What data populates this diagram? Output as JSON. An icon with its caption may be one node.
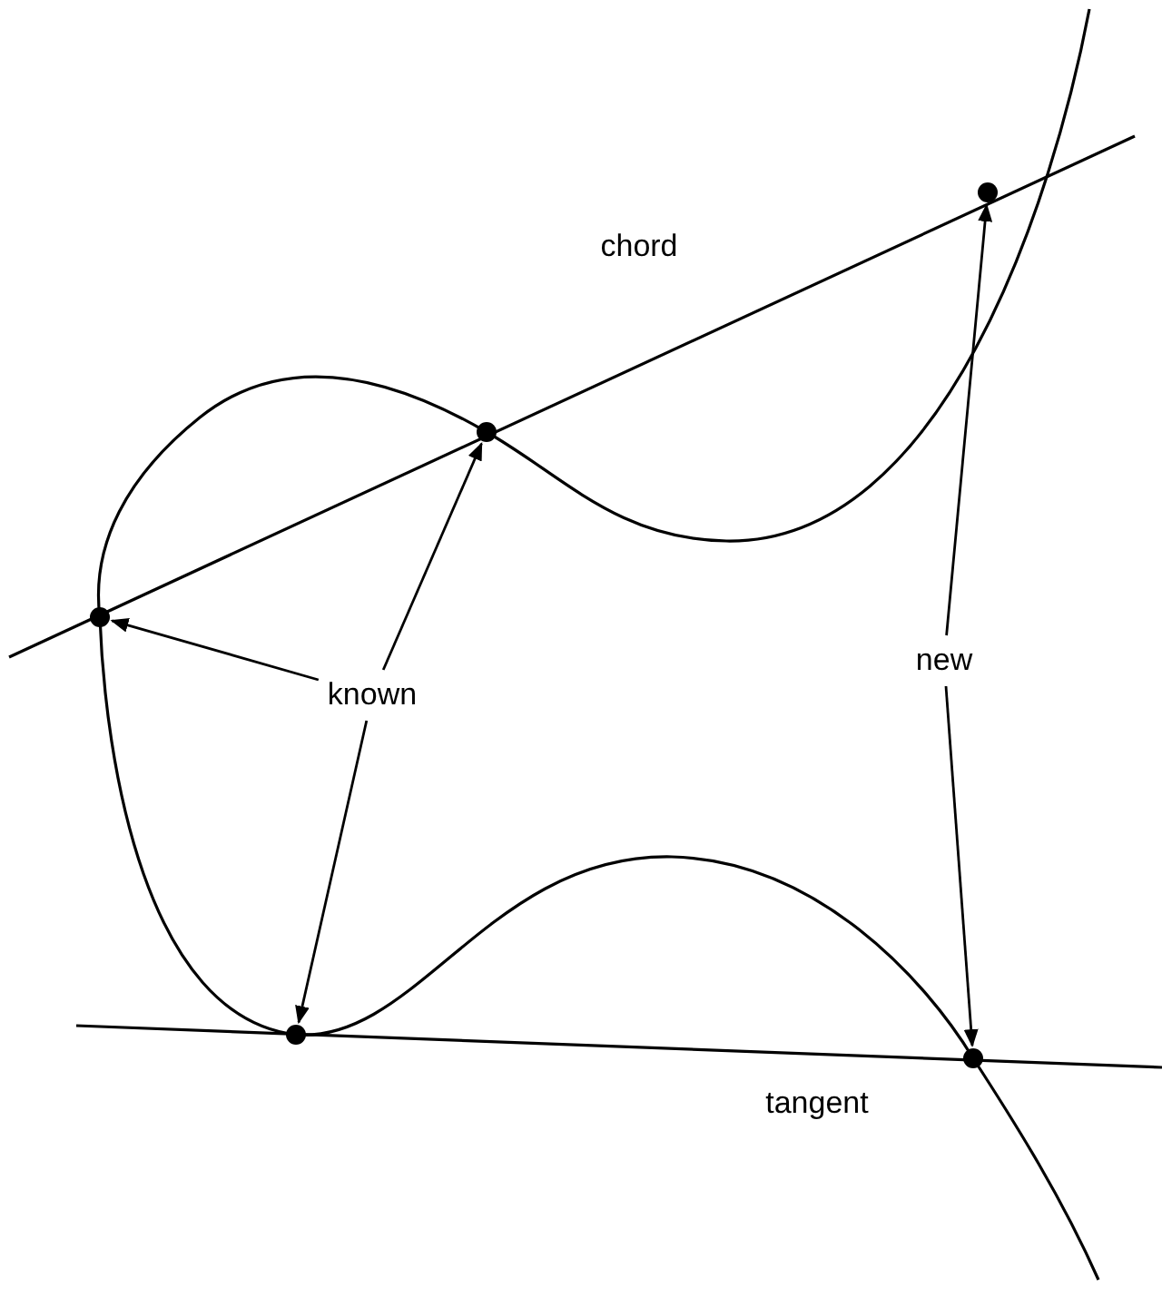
{
  "diagram": {
    "nodes": [
      {
        "text": [],
        "shape": "circle"
      },
      {
        "text": [],
        "shape": "circle"
      },
      {
        "text": [],
        "shape": "circle"
      },
      {
        "text": [],
        "shape": "circle"
      },
      {
        "text": [],
        "shape": "circle"
      },
      {
        "text": [
          "known"
        ]
      },
      {
        "text": [
          "new"
        ]
      }
    ],
    "edges": [
      {
        "from": 5,
        "to": 0,
        "arrow": "to"
      },
      {
        "from": 5,
        "to": 1,
        "arrow": "to"
      },
      {
        "from": 5,
        "to": 3,
        "arrow": "to"
      },
      {
        "from": 6,
        "to": 2,
        "arrow": "to"
      },
      {
        "from": 6,
        "to": 4,
        "arrow": "to"
      }
    ],
    "labels": [
      "chord",
      "tangent"
    ]
  }
}
